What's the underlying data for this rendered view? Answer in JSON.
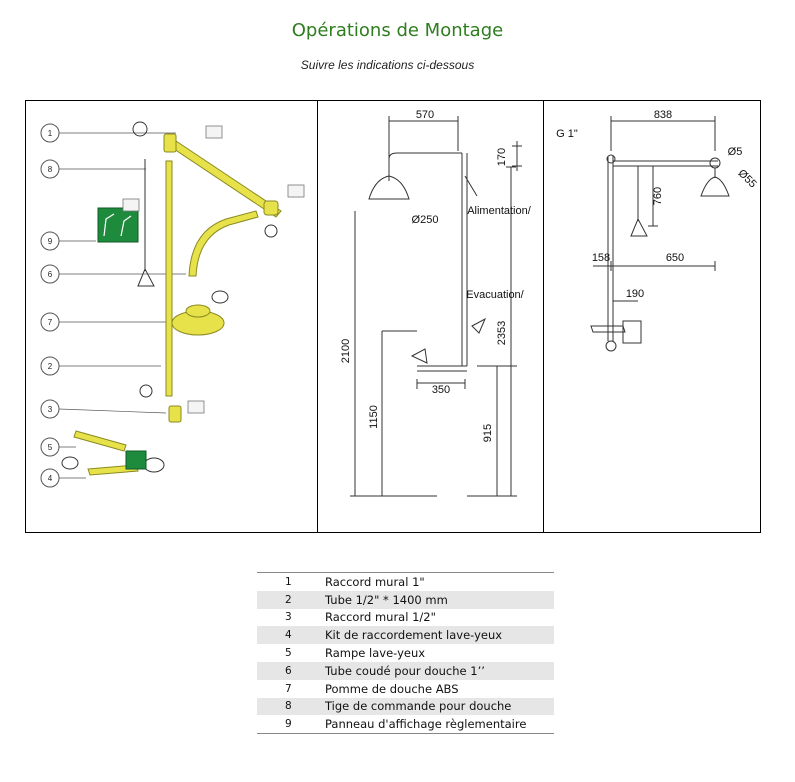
{
  "header": {
    "title": "Opérations de Montage",
    "subtitle": "Suivre les indications ci-dessous"
  },
  "exploded_view": {
    "callouts": [
      "1",
      "8",
      "9",
      "6",
      "7",
      "2",
      "3",
      "5",
      "4"
    ]
  },
  "side_view": {
    "dim_width": "570",
    "dim_170": "170",
    "dim_diameter": "Ø250",
    "label_alimentation": "Alimentation/",
    "label_evacuation": "Evacuation/",
    "dim_2100": "2100",
    "dim_2353": "2353",
    "dim_350": "350",
    "dim_1150": "1150",
    "dim_915": "915"
  },
  "front_view": {
    "dim_838": "838",
    "label_g1": "G 1\"",
    "dim_d5": "Ø5",
    "dim_d55": "Ø55",
    "dim_760": "760",
    "dim_158": "158",
    "dim_650": "650",
    "dim_190": "190"
  },
  "colors": {
    "title": "#2e7d1e",
    "part_yellow": "#e8e24a",
    "sign_green": "#1e8a3c"
  },
  "legend": [
    {
      "num": "1",
      "label": "Raccord mural 1\""
    },
    {
      "num": "2",
      "label": "Tube 1/2\" * 1400 mm"
    },
    {
      "num": "3",
      "label": "Raccord mural 1/2\""
    },
    {
      "num": "4",
      "label": "Kit de raccordement lave-yeux"
    },
    {
      "num": "5",
      "label": "Rampe lave-yeux"
    },
    {
      "num": "6",
      "label": "Tube coudé pour douche 1’’"
    },
    {
      "num": "7",
      "label": "Pomme de douche ABS"
    },
    {
      "num": "8",
      "label": "Tige de commande pour douche"
    },
    {
      "num": "9",
      "label": "Panneau d'affichage règlementaire"
    }
  ]
}
